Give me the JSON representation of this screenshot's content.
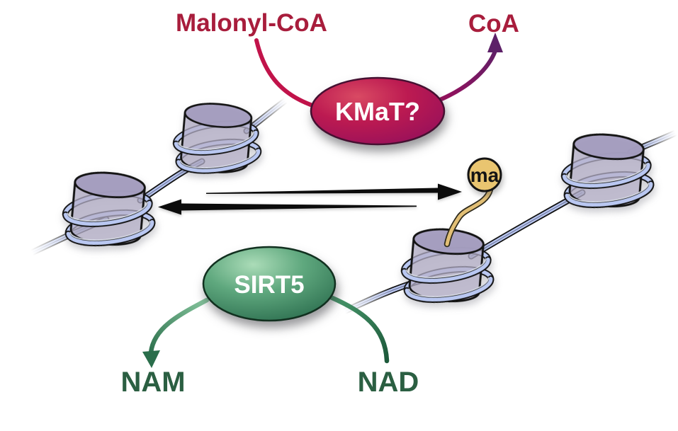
{
  "diagram": {
    "substrate_label": "Malonyl-CoA",
    "product_label": "CoA",
    "writer_enzyme_label": "KMaT?",
    "modification_label": "ma",
    "eraser_enzyme_label": "SIRT5",
    "eraser_product_label": "NAM",
    "eraser_substrate_label": "NAD"
  },
  "colors": {
    "substrate_text": "#a81d3c",
    "writer_curve": "#c1134a",
    "product_curve": "#5d2068",
    "writer_enzyme_light": "#d94a63",
    "writer_enzyme_dark": "#8c0d5e",
    "eraser_enzyme_light": "#abdcb8",
    "eraser_enzyme_dark": "#27684a",
    "eraser_text": "#2b5f42",
    "modification_fill": "#e9c570",
    "dna_strand": "#b9c7f1",
    "histone_body": "#b7b1ca",
    "equilibrium_arrows": "#0c0c0c"
  }
}
